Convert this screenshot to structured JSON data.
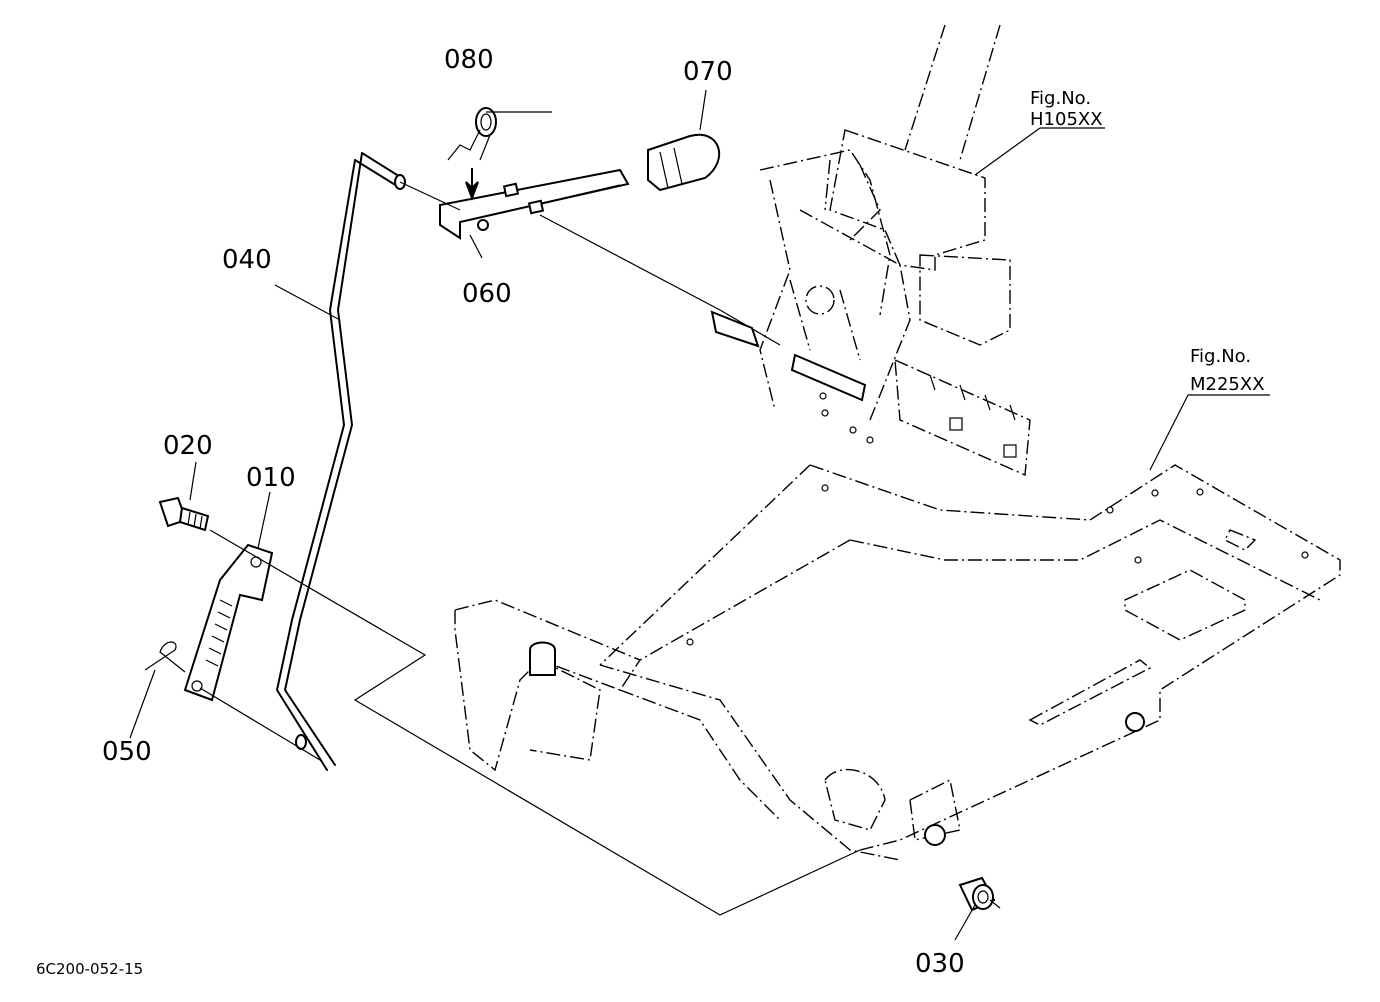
{
  "parts": [
    {
      "id": "p010",
      "label": "010"
    },
    {
      "id": "p020",
      "label": "020"
    },
    {
      "id": "p030",
      "label": "030"
    },
    {
      "id": "p040",
      "label": "040"
    },
    {
      "id": "p050",
      "label": "050"
    },
    {
      "id": "p060",
      "label": "060"
    },
    {
      "id": "p070",
      "label": "070"
    },
    {
      "id": "p080",
      "label": "080"
    }
  ],
  "figure_refs": [
    {
      "fig": "Fig.No.",
      "code": "H105XX"
    },
    {
      "fig": "Fig.No.",
      "code": "M225XX"
    }
  ],
  "drawing_code": "6C200-052-15"
}
